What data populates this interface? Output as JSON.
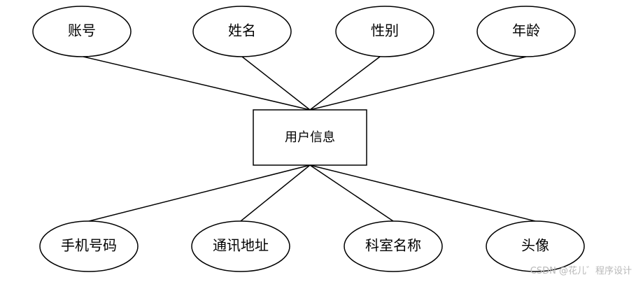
{
  "entity": {
    "label": "用户信息"
  },
  "attributes": {
    "top": [
      "账号",
      "姓名",
      "性别",
      "年龄"
    ],
    "bottom": [
      "手机号码",
      "通讯地址",
      "科室名称",
      "头像"
    ]
  },
  "watermark": "CSDN @花儿゛程序设计",
  "colors": {
    "stroke": "#000000",
    "background": "#ffffff",
    "watermark": "#b8b8b8"
  }
}
